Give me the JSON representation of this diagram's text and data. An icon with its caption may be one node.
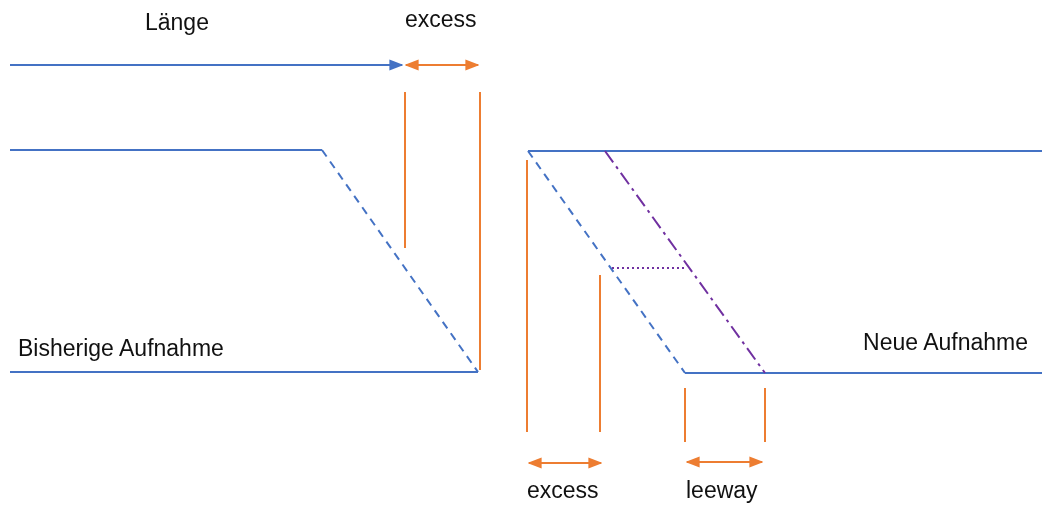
{
  "diagram": {
    "labels": [
      "Länge",
      "excess",
      "Bisherige Aufnahme",
      "Neue Aufnahme",
      "excess",
      "leeway"
    ]
  }
}
